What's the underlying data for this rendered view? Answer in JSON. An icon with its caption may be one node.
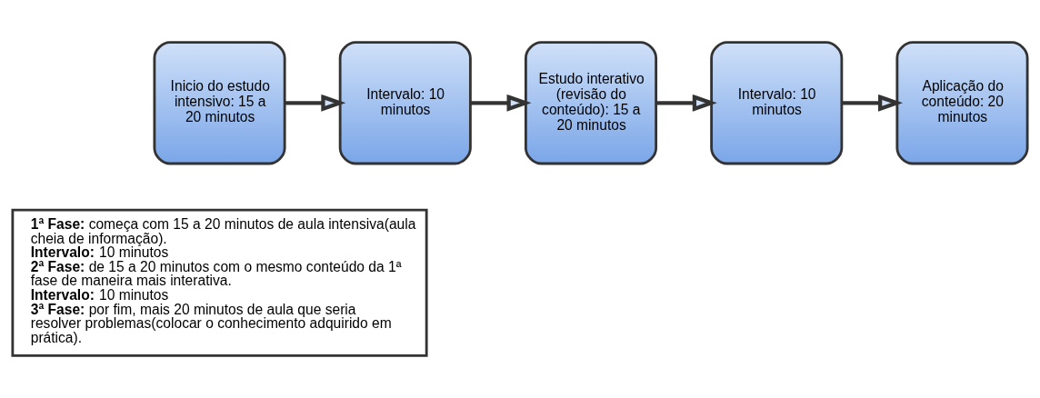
{
  "diagram": {
    "nodes": [
      {
        "text": [
          "Inicio do estudo intensivo: 15 a 20 minutos"
        ]
      },
      {
        "text": [
          "Intervalo: 10 minutos"
        ]
      },
      {
        "text": [
          "Estudo interativo (revisão do conteúdo): 15 a 20 minutos"
        ]
      },
      {
        "text": [
          "Intervalo: 10 minutos"
        ]
      },
      {
        "text": [
          "Aplicação do conteúdo: 20 minutos"
        ]
      },
      {
        "text": [
          "**1ª Fase:** começa com 15 a 20 minutos de aula intensiva(aula cheia de informação).",
          "**Intervalo:** 10 minutos",
          "**2ª Fase:** de 15 a 20 minutos com o mesmo conteúdo da 1ª fase de maneira mais interativa.",
          "**Intervalo:** 10 minutos",
          "**3ª Fase:** por fim, mais 20 minutos de aula que seria resolver problemas(colocar o conhecimento adquirido em prática)."
        ]
      }
    ],
    "edges": [
      {
        "from": 0,
        "to": 1,
        "arrow": "to"
      },
      {
        "from": 1,
        "to": 2,
        "arrow": "to"
      },
      {
        "from": 2,
        "to": 3,
        "arrow": "to"
      },
      {
        "from": 3,
        "to": 4,
        "arrow": "to"
      }
    ]
  }
}
